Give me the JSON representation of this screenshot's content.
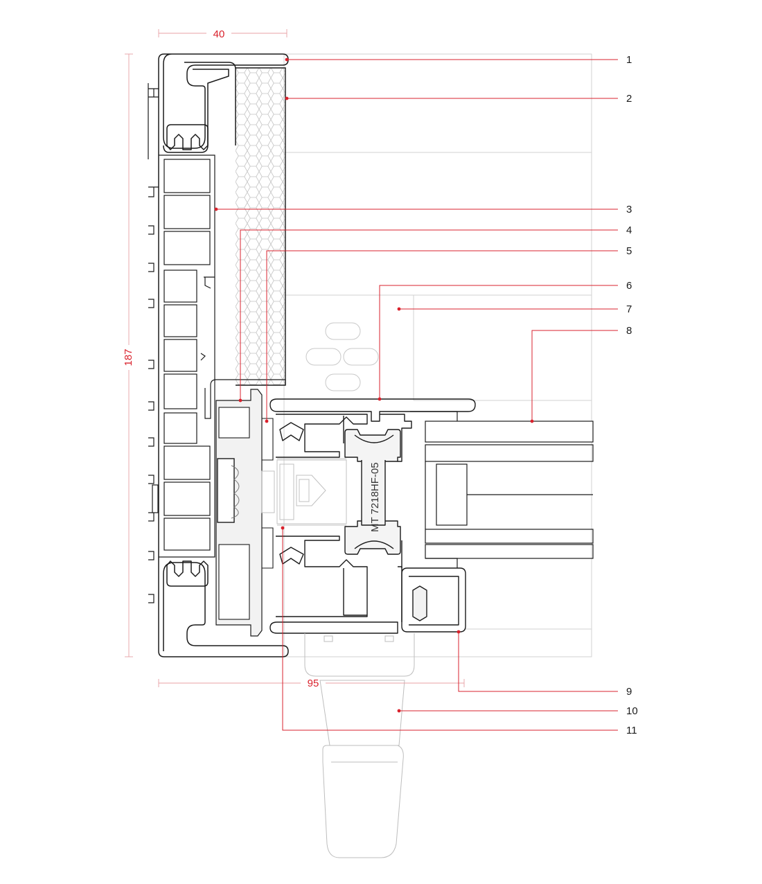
{
  "dimensions": {
    "width_top": "40",
    "height": "187",
    "width_bottom": "95"
  },
  "profile_code": "MT 7218HF-05",
  "callouts": [
    {
      "number": "1"
    },
    {
      "number": "2"
    },
    {
      "number": "3"
    },
    {
      "number": "4"
    },
    {
      "number": "5"
    },
    {
      "number": "6"
    },
    {
      "number": "7"
    },
    {
      "number": "8"
    },
    {
      "number": "9"
    },
    {
      "number": "10"
    },
    {
      "number": "11"
    }
  ],
  "colors": {
    "accent": "#d9212c",
    "outline": "#1a1a1a",
    "faint": "#c8c8c8"
  }
}
